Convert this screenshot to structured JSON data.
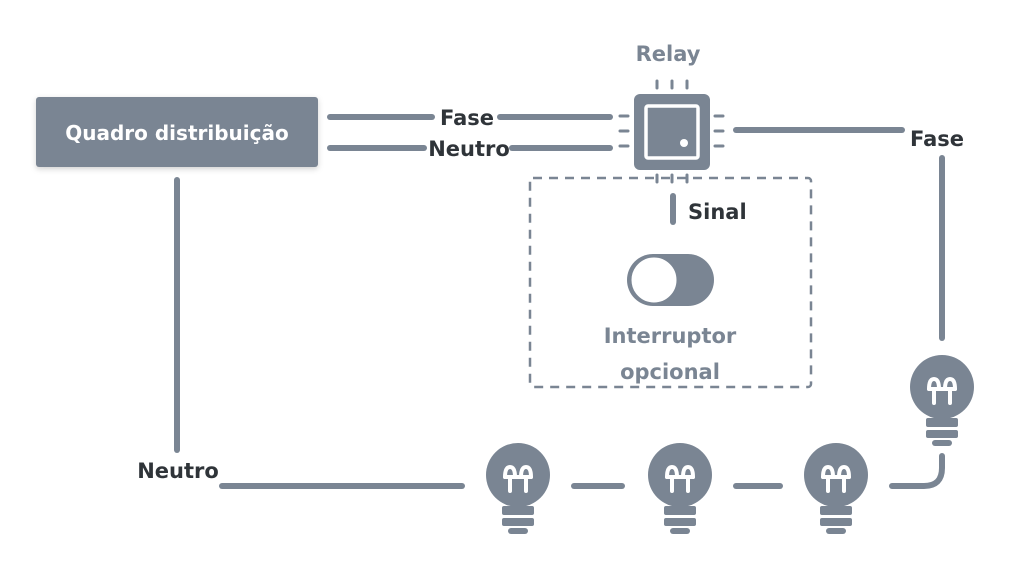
{
  "distribution_box": {
    "label": "Quadro distribuição"
  },
  "relay": {
    "label": "Relay"
  },
  "wires": {
    "fase_top": "Fase",
    "neutro_top": "Neutro",
    "fase_right": "Fase",
    "neutro_bottom": "Neutro",
    "sinal": "Sinal"
  },
  "switch": {
    "label_line1": "Interruptor",
    "label_line2": "opcional",
    "state": "off"
  },
  "bulbs": {
    "count": 4
  },
  "colors": {
    "primary": "#7a8593",
    "text_dark": "#2f3439",
    "text_muted": "#7a8593",
    "background": "#ffffff"
  }
}
